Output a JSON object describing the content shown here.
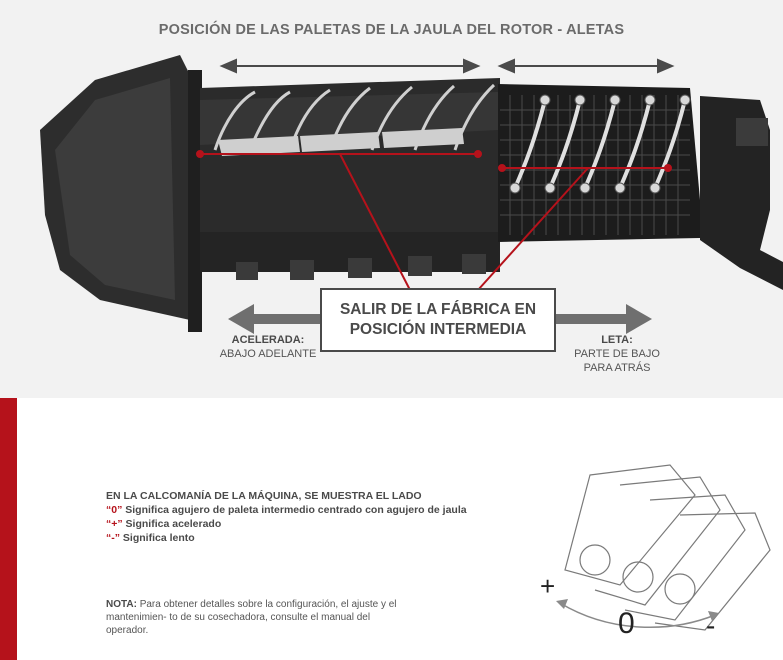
{
  "title": "POSICIÓN DE LAS PALETAS DE LA JAULA DEL ROTOR - ALETAS",
  "callout": {
    "line1": "SALIR DE LA FÁBRICA EN",
    "line2": "POSICIÓN INTERMEDIA"
  },
  "left_label": {
    "heading": "ACELERADA:",
    "text": "ABAJO ADELANTE"
  },
  "right_label": {
    "heading": "LETA:",
    "line1": "PARTE DE BAJO",
    "line2": "PARA ATRÁS"
  },
  "legend": {
    "heading": "EN LA CALCOMANÍA DE LA MÁQUINA, SE MUESTRA EL LADO",
    "items": [
      {
        "symbol": "“0”",
        "text": " Significa agujero de paleta intermedio centrado con agujero de jaula"
      },
      {
        "symbol": "“+”",
        "text": " Significa acelerado"
      },
      {
        "symbol": "“-”",
        "text": " Significa lento"
      }
    ]
  },
  "note": {
    "label": "NOTA:",
    "text": " Para obtener detalles sobre la configuración, el ajuste y el mantenimien- to de su cosechadora, consulte el manual del operador."
  },
  "decal": {
    "plus": "+",
    "zero": "0",
    "minus": "-"
  },
  "colors": {
    "accent_red": "#b5121b",
    "dark_gray": "#4a4a4a",
    "panel_bg": "#f2f2f2"
  }
}
